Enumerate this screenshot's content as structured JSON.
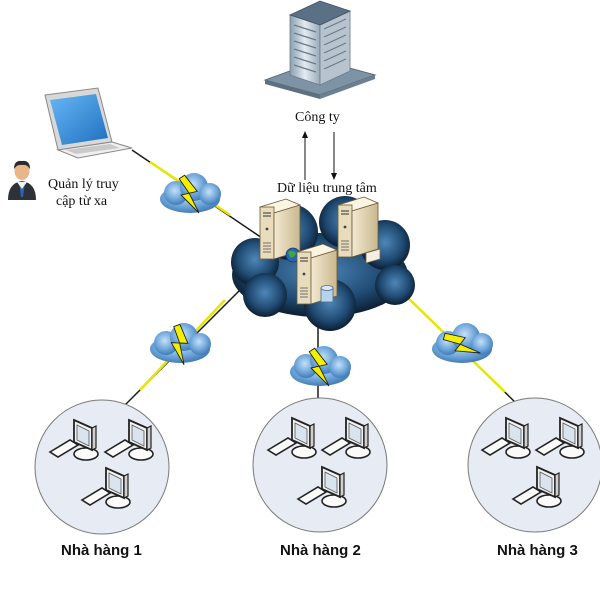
{
  "labels": {
    "company": "Công ty",
    "data_center": "Dữ liệu trung tâm",
    "remote_admin_line1": "Quản lý truy",
    "remote_admin_line2": "cập từ xa",
    "restaurant_1": "Nhà hàng 1",
    "restaurant_2": "Nhà hàng 2",
    "restaurant_3": "Nhà hàng 3"
  },
  "icons": {
    "company": "office-building-icon",
    "admin": "businessman-icon",
    "laptop": "laptop-icon",
    "servers": [
      "web-server-icon",
      "mail-server-icon",
      "database-server-icon"
    ],
    "link": "lightning-bolt-icon",
    "wan": "cloud-icon",
    "workstation": "desktop-computer-icon"
  },
  "colors": {
    "bolt": "#f2f000",
    "link_line": "#1a1a1a",
    "small_cloud": "#6aa3d8",
    "center_cloud": "#14324f",
    "site_circle": "#e6ebf4",
    "site_border": "#7a7a7a",
    "laptop_screen": "#2f8de0"
  }
}
